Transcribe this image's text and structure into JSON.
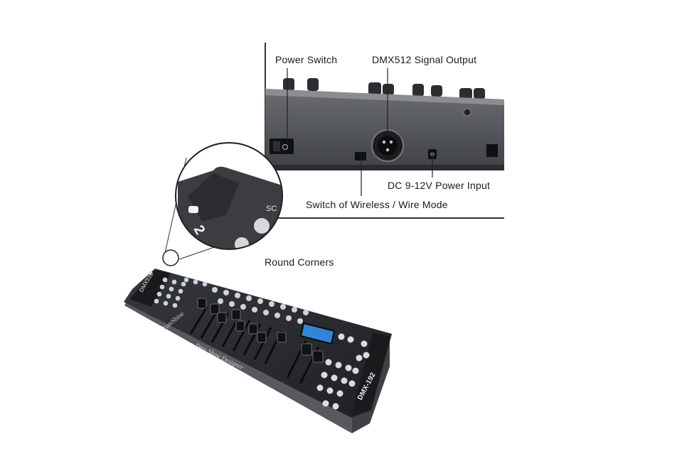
{
  "callouts": {
    "power_switch": "Power Switch",
    "signal_output": "DMX512 Signal Output",
    "dc_input": "DC 9-12V Power Input",
    "wireless_switch": "Switch of Wireless / Wire Mode",
    "round_corners": "Round Corners"
  },
  "device": {
    "model_left": "DMX512",
    "model_right": "DMX-192",
    "brand": "TomShine",
    "subtitle": "Dmx Show Designer",
    "zoom_digit": "2",
    "zoom_text": "SC"
  },
  "colors": {
    "panel": "#2a2d31",
    "panel_dark": "#1b1d20",
    "body_grey": "#4a4d52",
    "button": "#d9dde2",
    "lcd": "#2f86d6"
  }
}
